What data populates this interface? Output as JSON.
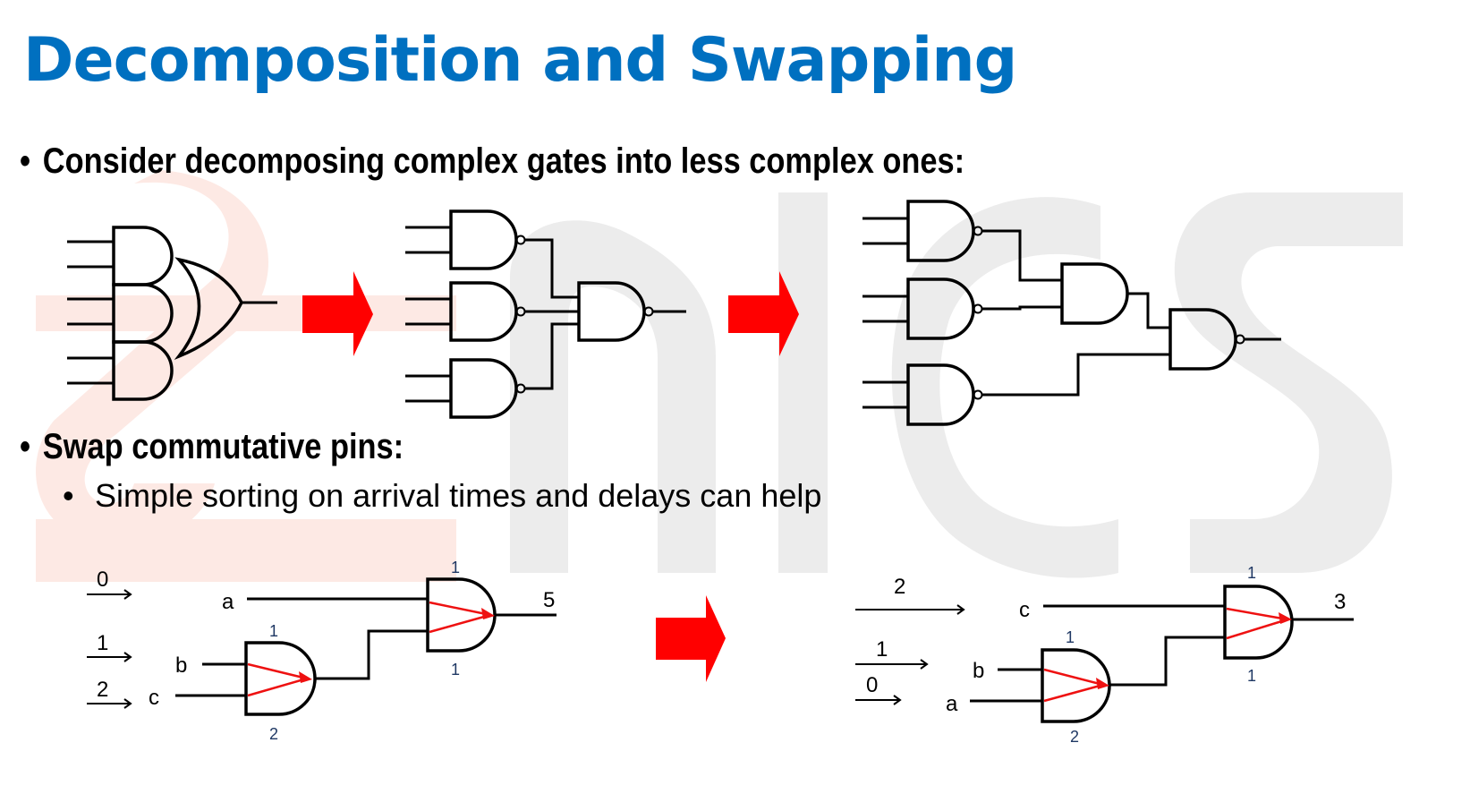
{
  "title": "Decomposition and Swapping",
  "bullets": [
    {
      "text": "Consider decomposing complex gates into less complex ones:"
    },
    {
      "text": "Swap commutative pins:"
    }
  ],
  "sub_bullets": [
    {
      "text": "Simple sorting on arrival times and delays can help"
    }
  ],
  "bullet_symbol": "•",
  "colors": {
    "title": "#0070c0",
    "arrow": "#ff0000",
    "watermark": "#ececec",
    "watermark_logo": "#fde9e4"
  },
  "swap_left": {
    "arrivals": [
      "0",
      "1",
      "2"
    ],
    "inputs": [
      "a",
      "b",
      "c"
    ],
    "output": "5",
    "delays": {
      "gate1_top": "1",
      "gate1_bottom": "2",
      "gate2_top": "1",
      "gate2_bottom": "1"
    }
  },
  "swap_right": {
    "arrivals": [
      "2",
      "1",
      "0"
    ],
    "inputs": [
      "c",
      "b",
      "a"
    ],
    "output": "3",
    "delays": {
      "gate1_top": "1",
      "gate1_bottom": "2",
      "gate2_top": "1",
      "gate2_bottom": "1"
    }
  }
}
